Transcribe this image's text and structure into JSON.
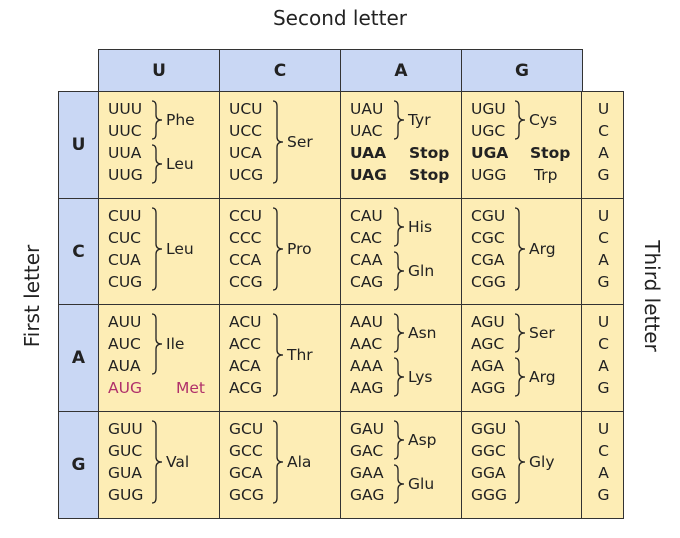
{
  "titles": {
    "second": "Second letter",
    "first": "First letter",
    "third": "Third letter"
  },
  "columns": [
    "U",
    "C",
    "A",
    "G"
  ],
  "rows": [
    "U",
    "C",
    "A",
    "G"
  ],
  "third_letters": [
    "U",
    "C",
    "A",
    "G"
  ],
  "colors": {
    "header": "#c9d7f4",
    "body": "#fdedb5",
    "met": "#b0306a"
  },
  "table": [
    [
      {
        "codons": [
          "UUU",
          "UUC",
          "UUA",
          "UUG"
        ],
        "groups": [
          {
            "range": [
              0,
              1
            ],
            "aa": "Phe"
          },
          {
            "range": [
              2,
              3
            ],
            "aa": "Leu"
          }
        ]
      },
      {
        "codons": [
          "UCU",
          "UCC",
          "UCA",
          "UCG"
        ],
        "groups": [
          {
            "range": [
              0,
              3
            ],
            "aa": "Ser"
          }
        ]
      },
      {
        "codons": [
          "UAU",
          "UAC",
          "UAA",
          "UAG"
        ],
        "groups": [
          {
            "range": [
              0,
              1
            ],
            "aa": "Tyr"
          }
        ],
        "singles": [
          {
            "i": 2,
            "aa": "Stop",
            "bold": true
          },
          {
            "i": 3,
            "aa": "Stop",
            "bold": true
          }
        ]
      },
      {
        "codons": [
          "UGU",
          "UGC",
          "UGA",
          "UGG"
        ],
        "groups": [
          {
            "range": [
              0,
              1
            ],
            "aa": "Cys"
          }
        ],
        "singles": [
          {
            "i": 2,
            "aa": "Stop",
            "bold": true
          },
          {
            "i": 3,
            "aa": "Trp",
            "bold": false
          }
        ]
      }
    ],
    [
      {
        "codons": [
          "CUU",
          "CUC",
          "CUA",
          "CUG"
        ],
        "groups": [
          {
            "range": [
              0,
              3
            ],
            "aa": "Leu"
          }
        ]
      },
      {
        "codons": [
          "CCU",
          "CCC",
          "CCA",
          "CCG"
        ],
        "groups": [
          {
            "range": [
              0,
              3
            ],
            "aa": "Pro"
          }
        ]
      },
      {
        "codons": [
          "CAU",
          "CAC",
          "CAA",
          "CAG"
        ],
        "groups": [
          {
            "range": [
              0,
              1
            ],
            "aa": "His"
          },
          {
            "range": [
              2,
              3
            ],
            "aa": "Gln"
          }
        ]
      },
      {
        "codons": [
          "CGU",
          "CGC",
          "CGA",
          "CGG"
        ],
        "groups": [
          {
            "range": [
              0,
              3
            ],
            "aa": "Arg"
          }
        ]
      }
    ],
    [
      {
        "codons": [
          "AUU",
          "AUC",
          "AUA",
          "AUG"
        ],
        "groups": [
          {
            "range": [
              0,
              2
            ],
            "aa": "Ile"
          }
        ],
        "singles": [
          {
            "i": 3,
            "aa": "Met",
            "met": true
          }
        ]
      },
      {
        "codons": [
          "ACU",
          "ACC",
          "ACA",
          "ACG"
        ],
        "groups": [
          {
            "range": [
              0,
              3
            ],
            "aa": "Thr"
          }
        ]
      },
      {
        "codons": [
          "AAU",
          "AAC",
          "AAA",
          "AAG"
        ],
        "groups": [
          {
            "range": [
              0,
              1
            ],
            "aa": "Asn"
          },
          {
            "range": [
              2,
              3
            ],
            "aa": "Lys"
          }
        ]
      },
      {
        "codons": [
          "AGU",
          "AGC",
          "AGA",
          "AGG"
        ],
        "groups": [
          {
            "range": [
              0,
              1
            ],
            "aa": "Ser"
          },
          {
            "range": [
              2,
              3
            ],
            "aa": "Arg"
          }
        ]
      }
    ],
    [
      {
        "codons": [
          "GUU",
          "GUC",
          "GUA",
          "GUG"
        ],
        "groups": [
          {
            "range": [
              0,
              3
            ],
            "aa": "Val"
          }
        ]
      },
      {
        "codons": [
          "GCU",
          "GCC",
          "GCA",
          "GCG"
        ],
        "groups": [
          {
            "range": [
              0,
              3
            ],
            "aa": "Ala"
          }
        ]
      },
      {
        "codons": [
          "GAU",
          "GAC",
          "GAA",
          "GAG"
        ],
        "groups": [
          {
            "range": [
              0,
              1
            ],
            "aa": "Asp"
          },
          {
            "range": [
              2,
              3
            ],
            "aa": "Glu"
          }
        ]
      },
      {
        "codons": [
          "GGU",
          "GGC",
          "GGA",
          "GGG"
        ],
        "groups": [
          {
            "range": [
              0,
              3
            ],
            "aa": "Gly"
          }
        ]
      }
    ]
  ]
}
